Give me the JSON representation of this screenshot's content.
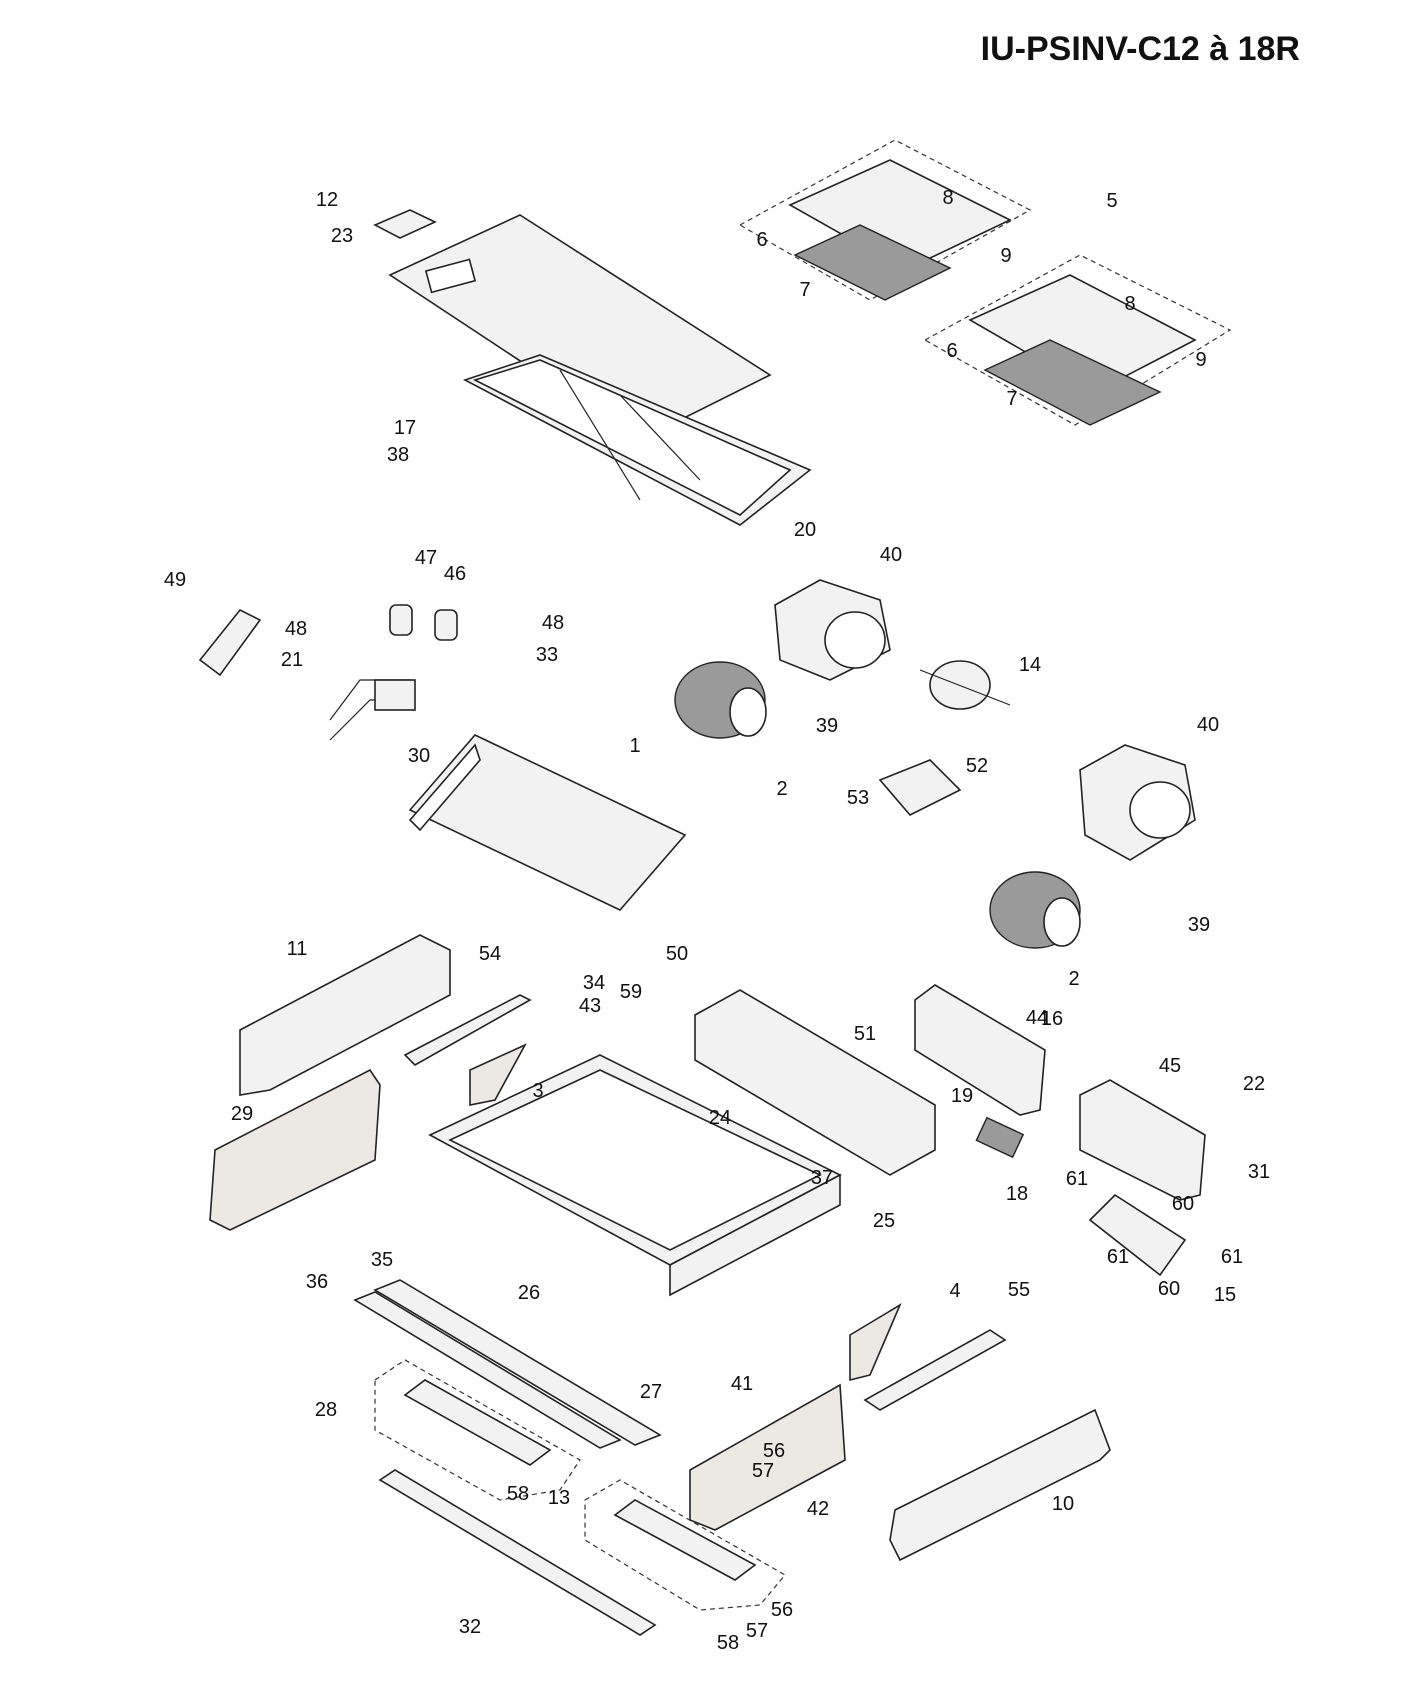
{
  "title": "IU-PSINV-C12 à 18R",
  "labels": [
    "1",
    "2",
    "2",
    "3",
    "4",
    "5",
    "6",
    "6",
    "7",
    "7",
    "8",
    "8",
    "9",
    "9",
    "10",
    "11",
    "12",
    "13",
    "14",
    "15",
    "16",
    "17",
    "18",
    "19",
    "20",
    "21",
    "22",
    "23",
    "24",
    "25",
    "26",
    "27",
    "28",
    "29",
    "30",
    "31",
    "32",
    "33",
    "34",
    "35",
    "36",
    "37",
    "38",
    "39",
    "39",
    "40",
    "40",
    "41",
    "42",
    "43",
    "44",
    "45",
    "46",
    "47",
    "48",
    "48",
    "49",
    "50",
    "51",
    "52",
    "53",
    "54",
    "55",
    "56",
    "56",
    "57",
    "57",
    "58",
    "58",
    "59",
    "60",
    "60",
    "61",
    "61",
    "61"
  ]
}
